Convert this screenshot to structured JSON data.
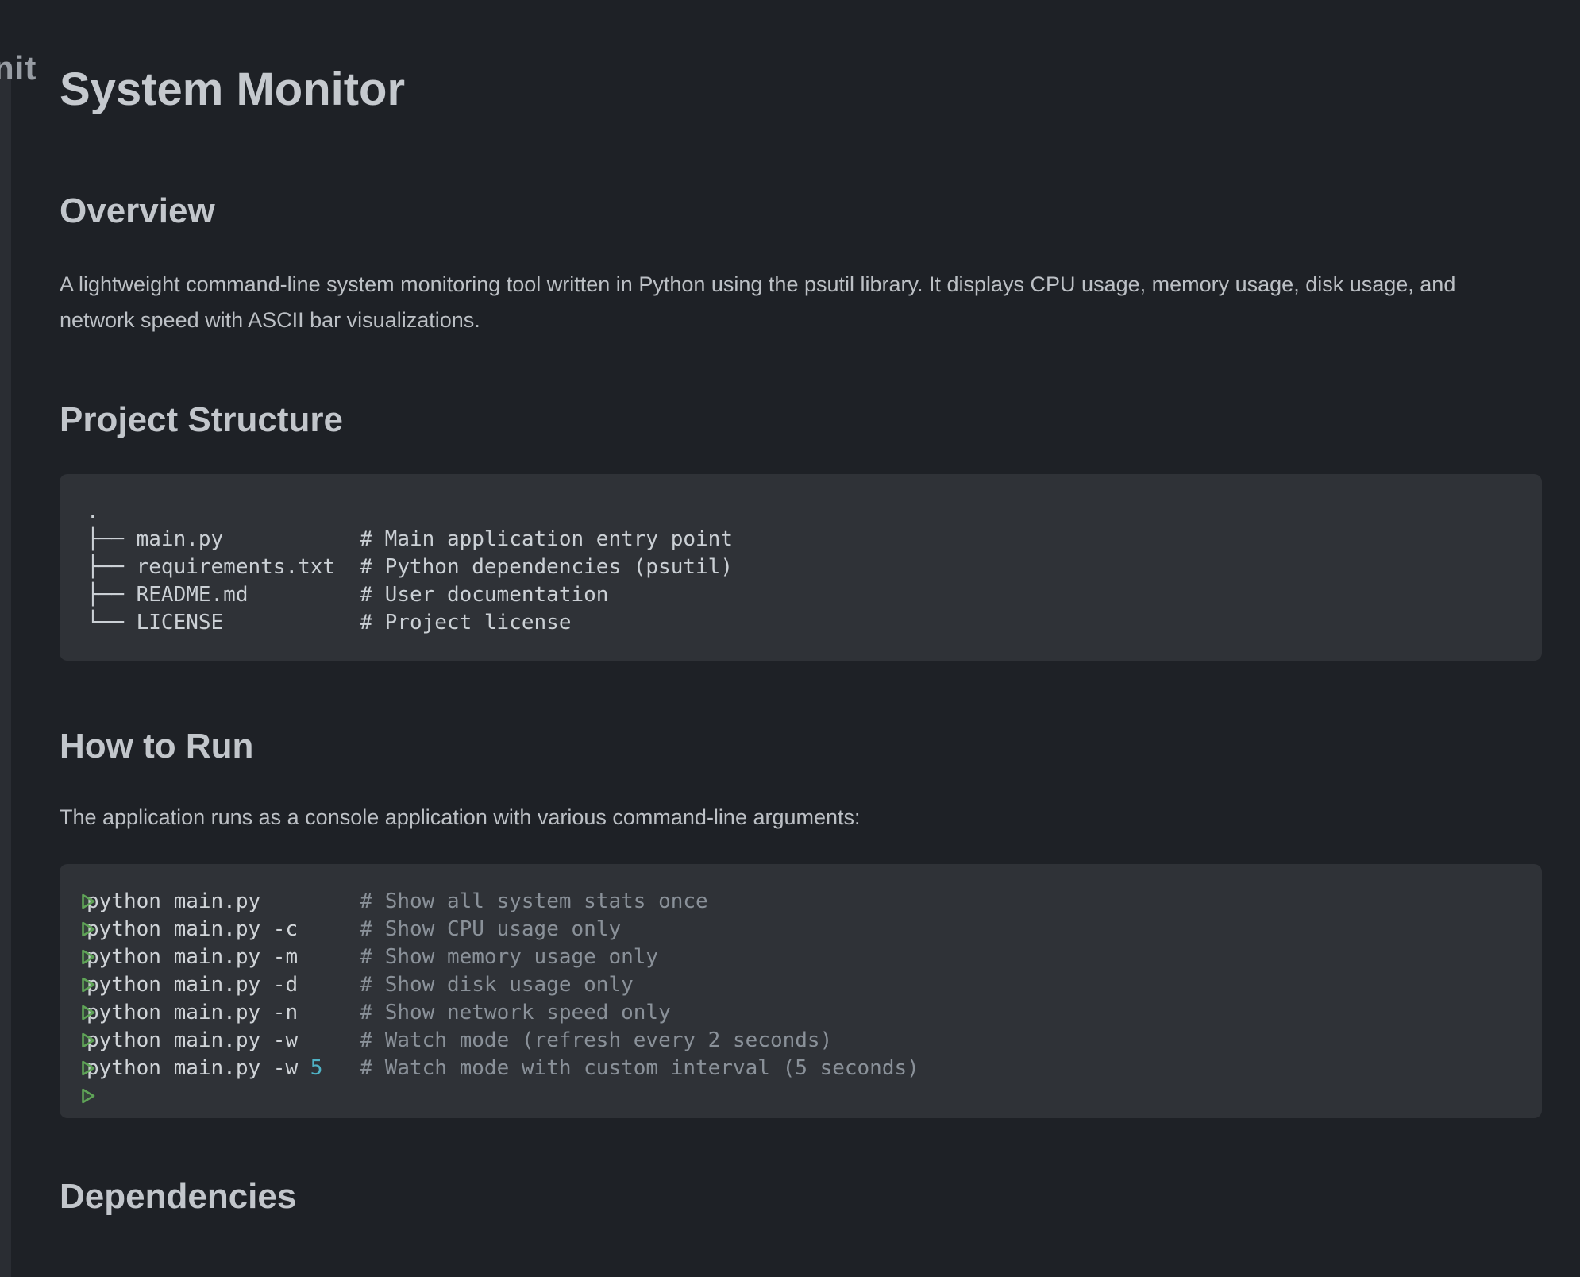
{
  "page": {
    "background": "#1e2126",
    "panel_edge_color": "#2a2d33",
    "code_block_background": "#2f3237",
    "heading_color": "#c2c6cb",
    "body_text_color": "#bcc0c5",
    "comment_color": "#8a9199",
    "number_color": "#4fb3c6",
    "run_icon_color": "#5fa457",
    "clipped_text": "nit"
  },
  "document": {
    "title": "System Monitor",
    "overview": {
      "heading": "Overview",
      "body": "A lightweight command-line system monitoring tool written in Python using the psutil library. It displays CPU usage, memory usage, disk usage, and network speed with ASCII bar visualizations."
    },
    "project_structure": {
      "heading": "Project Structure",
      "tree_lines": [
        ".",
        "├── main.py           # Main application entry point",
        "├── requirements.txt  # Python dependencies (psutil)",
        "├── README.md         # User documentation",
        "└── LICENSE           # Project license"
      ]
    },
    "how_to_run": {
      "heading": "How to Run",
      "body": "The application runs as a console application with various command-line arguments:",
      "commands": [
        {
          "command": "python main.py",
          "value": "",
          "spacer": "        ",
          "comment": "# Show all system stats once",
          "icon": "run-icon"
        },
        {
          "command": "python main.py -c",
          "value": "",
          "spacer": "     ",
          "comment": "# Show CPU usage only",
          "icon": "run-icon"
        },
        {
          "command": "python main.py -m",
          "value": "",
          "spacer": "     ",
          "comment": "# Show memory usage only",
          "icon": "run-icon"
        },
        {
          "command": "python main.py -d",
          "value": "",
          "spacer": "     ",
          "comment": "# Show disk usage only",
          "icon": "run-icon"
        },
        {
          "command": "python main.py -n",
          "value": "",
          "spacer": "     ",
          "comment": "# Show network speed only",
          "icon": "run-icon"
        },
        {
          "command": "python main.py -w",
          "value": "",
          "spacer": "     ",
          "comment": "# Watch mode (refresh every 2 seconds)",
          "icon": "run-icon"
        },
        {
          "command": "python main.py -w ",
          "value": "5",
          "spacer": "   ",
          "comment": "# Watch mode with custom interval (5 seconds)",
          "icon": "run-icon"
        },
        {
          "command": "",
          "value": "",
          "spacer": "",
          "comment": "",
          "icon": "run-icon"
        }
      ]
    },
    "dependencies": {
      "heading": "Dependencies"
    }
  }
}
